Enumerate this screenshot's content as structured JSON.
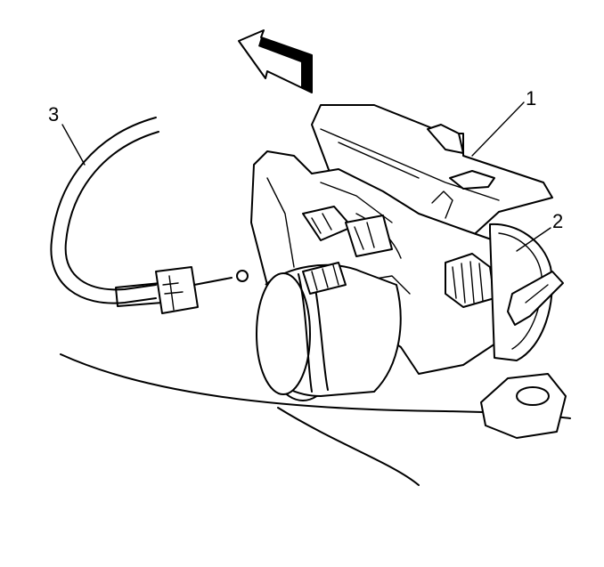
{
  "callouts": {
    "part1": "1",
    "part2": "2",
    "part3": "3"
  },
  "icons": {
    "direction": "arrow-up-left-icon"
  },
  "colors": {
    "line": "#000000",
    "background": "#ffffff"
  }
}
